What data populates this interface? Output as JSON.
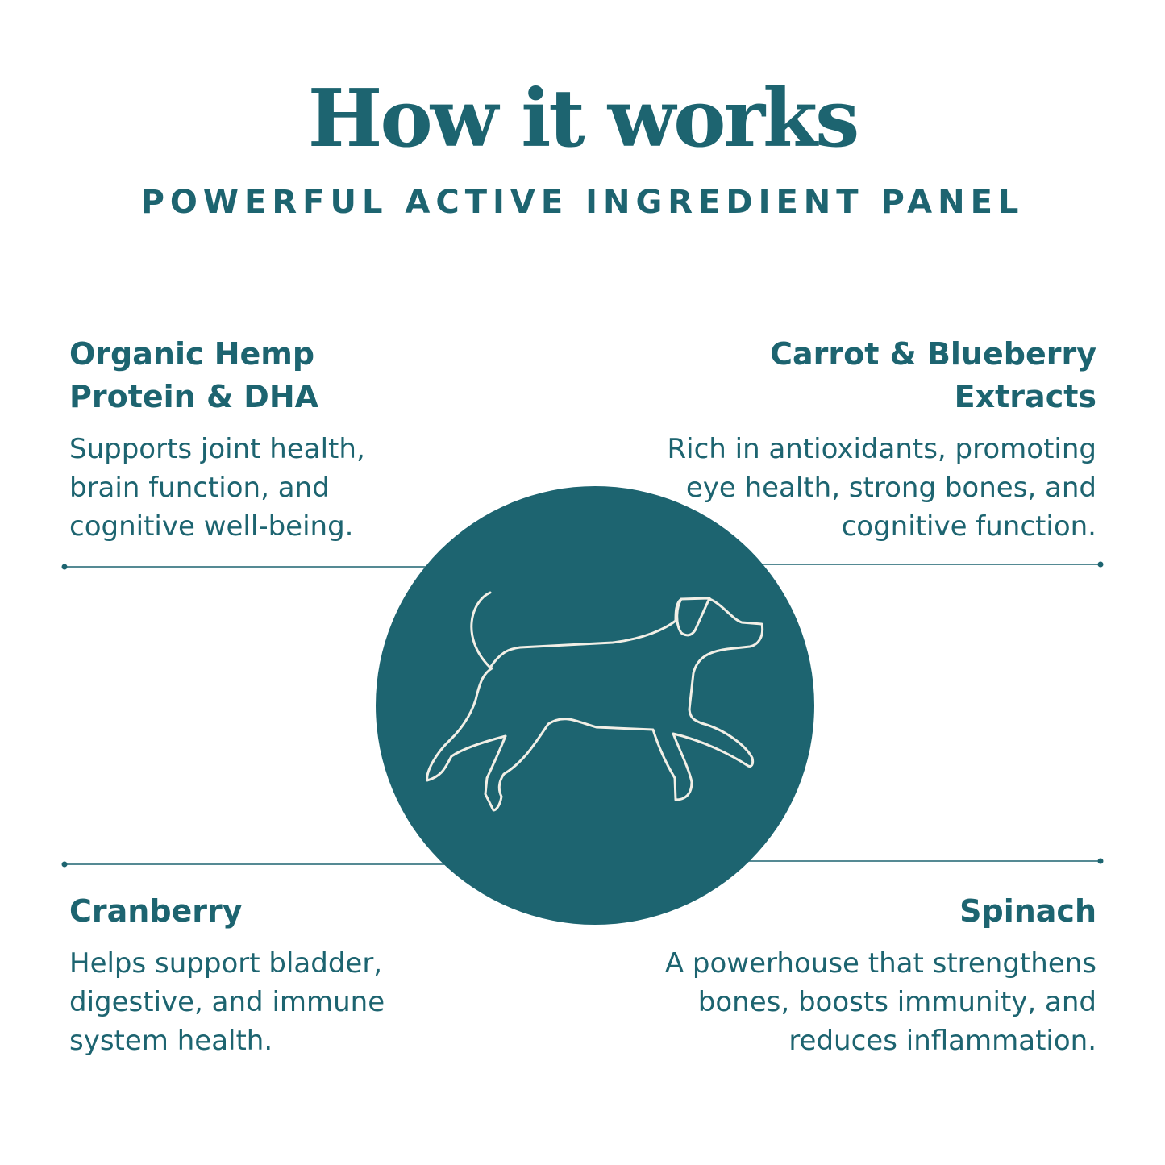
{
  "header": {
    "title": "How it works",
    "subtitle": "POWERFUL ACTIVE INGREDIENT PANEL"
  },
  "ingredients": [
    {
      "name": "Organic Hemp Protein & DHA",
      "description": "Supports joint health, brain function, and cognitive well-being."
    },
    {
      "name": "Carrot & Blueberry Extracts",
      "description": "Rich in antioxidants, promoting eye health, strong bones, and cognitive function."
    },
    {
      "name": "Cranberry",
      "description": "Helps support bladder, digestive, and immune system health."
    },
    {
      "name": "Spinach",
      "description": "A powerhouse that strengthens bones, boosts immunity, and reduces inflammation."
    }
  ],
  "icon": "running-dog-icon",
  "colors": {
    "primary": "#1d6470",
    "outline": "#f2efe6"
  }
}
